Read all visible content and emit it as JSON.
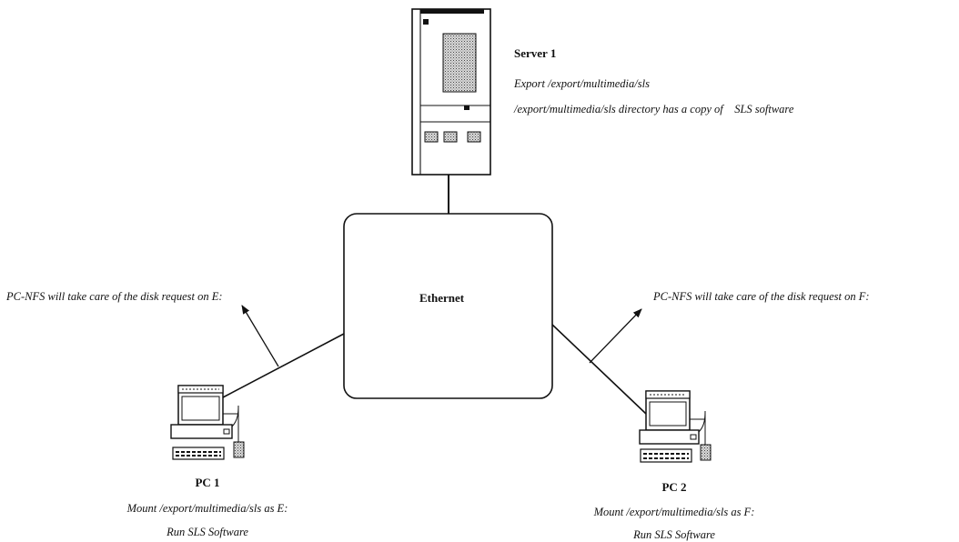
{
  "server": {
    "title": "Server 1",
    "line1": "Export /export/multimedia/sls",
    "line2": "/export/multimedia/sls directory has a copy of    SLS software"
  },
  "network": {
    "label": "Ethernet"
  },
  "pc1": {
    "title": "PC 1",
    "line1": "Mount /export/multimedia/sls as E:",
    "line2": "Run SLS Software",
    "callout": "PC-NFS will take care of the disk request on E:"
  },
  "pc2": {
    "title": "PC 2",
    "line1": "Mount /export/multimedia/sls as F:",
    "line2": "Run SLS Software",
    "callout": "PC-NFS will take care of the disk request on F:"
  }
}
